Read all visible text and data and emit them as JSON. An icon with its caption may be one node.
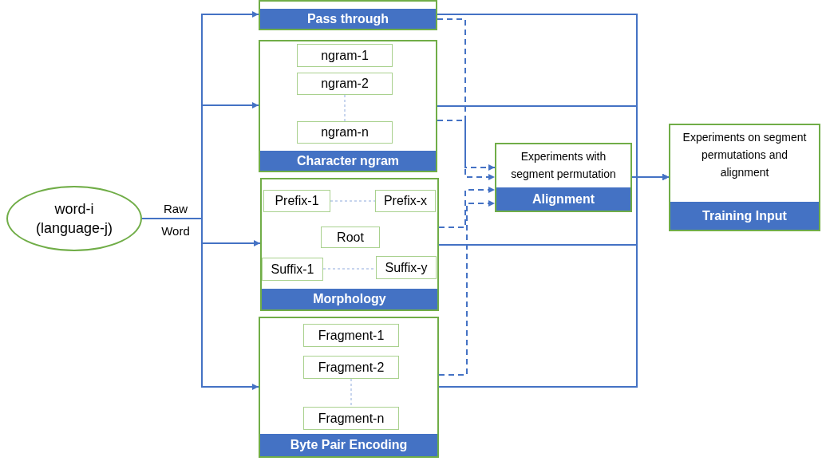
{
  "diagram": {
    "nodes": [
      {
        "text": [
          "word-i (language-j)"
        ]
      },
      {
        "text": [
          "Pass through"
        ]
      },
      {
        "text": [
          "Character ngram"
        ]
      },
      {
        "text": [
          "ngram-1"
        ],
        "in": 2
      },
      {
        "text": [
          "ngram-2"
        ],
        "in": 2
      },
      {
        "text": [
          "ngram-n"
        ],
        "in": 2
      },
      {
        "text": [
          "Morphology"
        ]
      },
      {
        "text": [
          "Prefix-1"
        ],
        "in": 6
      },
      {
        "text": [
          "Prefix-x"
        ],
        "in": 6
      },
      {
        "text": [
          "Root"
        ],
        "in": 6
      },
      {
        "text": [
          "Suffix-1"
        ],
        "in": 6
      },
      {
        "text": [
          "Suffix-y"
        ],
        "in": 6
      },
      {
        "text": [
          "Byte Pair Encoding"
        ]
      },
      {
        "text": [
          "Fragment-1"
        ],
        "in": 12
      },
      {
        "text": [
          "Fragment-2"
        ],
        "in": 12
      },
      {
        "text": [
          "Fragment-n"
        ],
        "in": 12
      },
      {
        "text": [
          "Experiments with segment permutation",
          "Alignment"
        ]
      },
      {
        "text": [
          "Experiments on segment permutations and alignment",
          "Training Input"
        ]
      }
    ],
    "edges": [
      {
        "from": 0,
        "to": 1,
        "arrow": "to",
        "label": "Raw Word"
      },
      {
        "from": 0,
        "to": 2,
        "arrow": "to"
      },
      {
        "from": 0,
        "to": 6,
        "arrow": "to"
      },
      {
        "from": 0,
        "to": 12,
        "arrow": "to"
      },
      {
        "from": 4,
        "to": 5,
        "arrow": "none",
        "style": "dashed",
        "color": "#8faadc"
      },
      {
        "from": 7,
        "to": 8,
        "arrow": "none",
        "style": "dashed",
        "color": "#8faadc"
      },
      {
        "from": 10,
        "to": 11,
        "arrow": "none",
        "style": "dashed",
        "color": "#8faadc"
      },
      {
        "from": 14,
        "to": 15,
        "arrow": "none",
        "style": "dashed",
        "color": "#8faadc"
      },
      {
        "from": 1,
        "to": 16,
        "arrow": "to",
        "style": "dashed"
      },
      {
        "from": 2,
        "to": 16,
        "arrow": "to",
        "style": "dashed"
      },
      {
        "from": 6,
        "to": 16,
        "arrow": "to",
        "style": "dashed"
      },
      {
        "from": 12,
        "to": 16,
        "arrow": "to",
        "style": "dashed"
      },
      {
        "from": 1,
        "to": 17,
        "arrow": "to"
      },
      {
        "from": 2,
        "to": 17,
        "arrow": "to"
      },
      {
        "from": 6,
        "to": 17,
        "arrow": "to"
      },
      {
        "from": 12,
        "to": 17,
        "arrow": "to"
      },
      {
        "from": 16,
        "to": 17,
        "arrow": "to"
      }
    ]
  }
}
